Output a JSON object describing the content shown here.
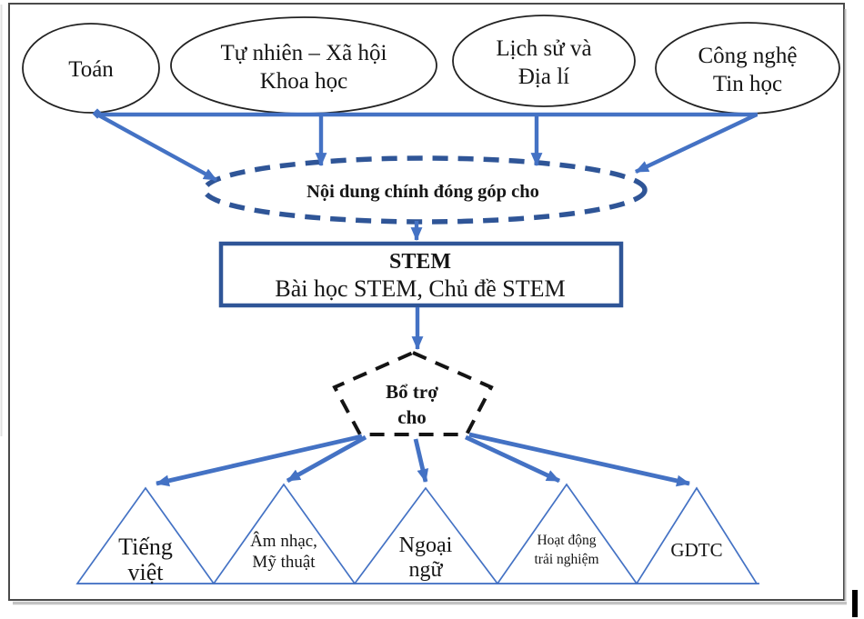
{
  "diagram": {
    "top_subjects": [
      {
        "lines": [
          "Toán"
        ]
      },
      {
        "lines": [
          "Tự nhiên – Xã hội",
          "Khoa học"
        ]
      },
      {
        "lines": [
          "Lịch sử và",
          "Địa lí"
        ]
      },
      {
        "lines": [
          "Công nghệ",
          "Tin học"
        ]
      }
    ],
    "hub_label": "Nội dung chính đóng góp cho",
    "stem_box": {
      "title": "STEM",
      "subtitle": "Bài học STEM, Chủ đề STEM"
    },
    "pentagon": {
      "lines": [
        "Bổ trợ",
        "cho"
      ]
    },
    "bottom_subjects": [
      {
        "lines": [
          "Tiếng",
          "việt"
        ]
      },
      {
        "lines": [
          "Âm nhạc,",
          "Mỹ thuật"
        ]
      },
      {
        "lines": [
          "Ngoại",
          "ngữ"
        ]
      },
      {
        "lines": [
          "Hoạt động",
          "trải nghiệm"
        ]
      },
      {
        "lines": [
          "GDTC"
        ]
      }
    ],
    "colors": {
      "arrow_blue": "#4472C4",
      "dark_blue": "#2F5597",
      "triangle_blue": "#4472C4"
    }
  }
}
